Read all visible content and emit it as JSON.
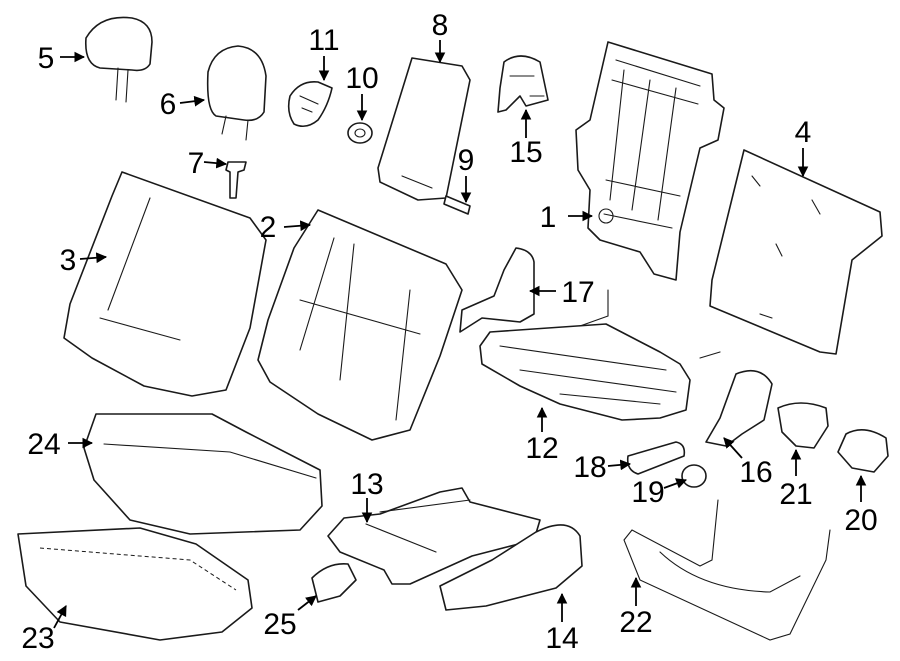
{
  "diagram": {
    "callouts": [
      {
        "id": "c1",
        "number": "1"
      },
      {
        "id": "c2",
        "number": "2"
      },
      {
        "id": "c3",
        "number": "3"
      },
      {
        "id": "c4",
        "number": "4"
      },
      {
        "id": "c5",
        "number": "5"
      },
      {
        "id": "c6",
        "number": "6"
      },
      {
        "id": "c7",
        "number": "7"
      },
      {
        "id": "c8",
        "number": "8"
      },
      {
        "id": "c9",
        "number": "9"
      },
      {
        "id": "c10",
        "number": "10"
      },
      {
        "id": "c11",
        "number": "11"
      },
      {
        "id": "c12",
        "number": "12"
      },
      {
        "id": "c13",
        "number": "13"
      },
      {
        "id": "c14",
        "number": "14"
      },
      {
        "id": "c15",
        "number": "15"
      },
      {
        "id": "c16",
        "number": "16"
      },
      {
        "id": "c17",
        "number": "17"
      },
      {
        "id": "c18",
        "number": "18"
      },
      {
        "id": "c19",
        "number": "19"
      },
      {
        "id": "c20",
        "number": "20"
      },
      {
        "id": "c21",
        "number": "21"
      },
      {
        "id": "c22",
        "number": "22"
      },
      {
        "id": "c23",
        "number": "23"
      },
      {
        "id": "c24",
        "number": "24"
      },
      {
        "id": "c25",
        "number": "25"
      }
    ]
  }
}
